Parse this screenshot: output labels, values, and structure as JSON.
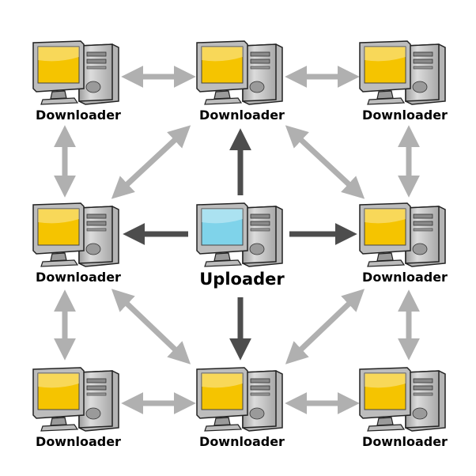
{
  "diagram": {
    "center": {
      "label": "Uploader",
      "icon": "computer-icon",
      "screen_color": "#7fd3ea"
    },
    "peers": [
      {
        "label": "Downloader",
        "icon": "computer-icon"
      },
      {
        "label": "Downloader",
        "icon": "computer-icon"
      },
      {
        "label": "Downloader",
        "icon": "computer-icon"
      },
      {
        "label": "Downloader",
        "icon": "computer-icon"
      },
      {
        "label": "Downloader",
        "icon": "computer-icon"
      },
      {
        "label": "Downloader",
        "icon": "computer-icon"
      },
      {
        "label": "Downloader",
        "icon": "computer-icon"
      },
      {
        "label": "Downloader",
        "icon": "computer-icon"
      }
    ],
    "colors": {
      "peer_screen": "#f5c400",
      "upload_arrow": "#4d4d4d",
      "peer_arrow": "#b0b0b0",
      "case": "#c9c9c9"
    }
  }
}
